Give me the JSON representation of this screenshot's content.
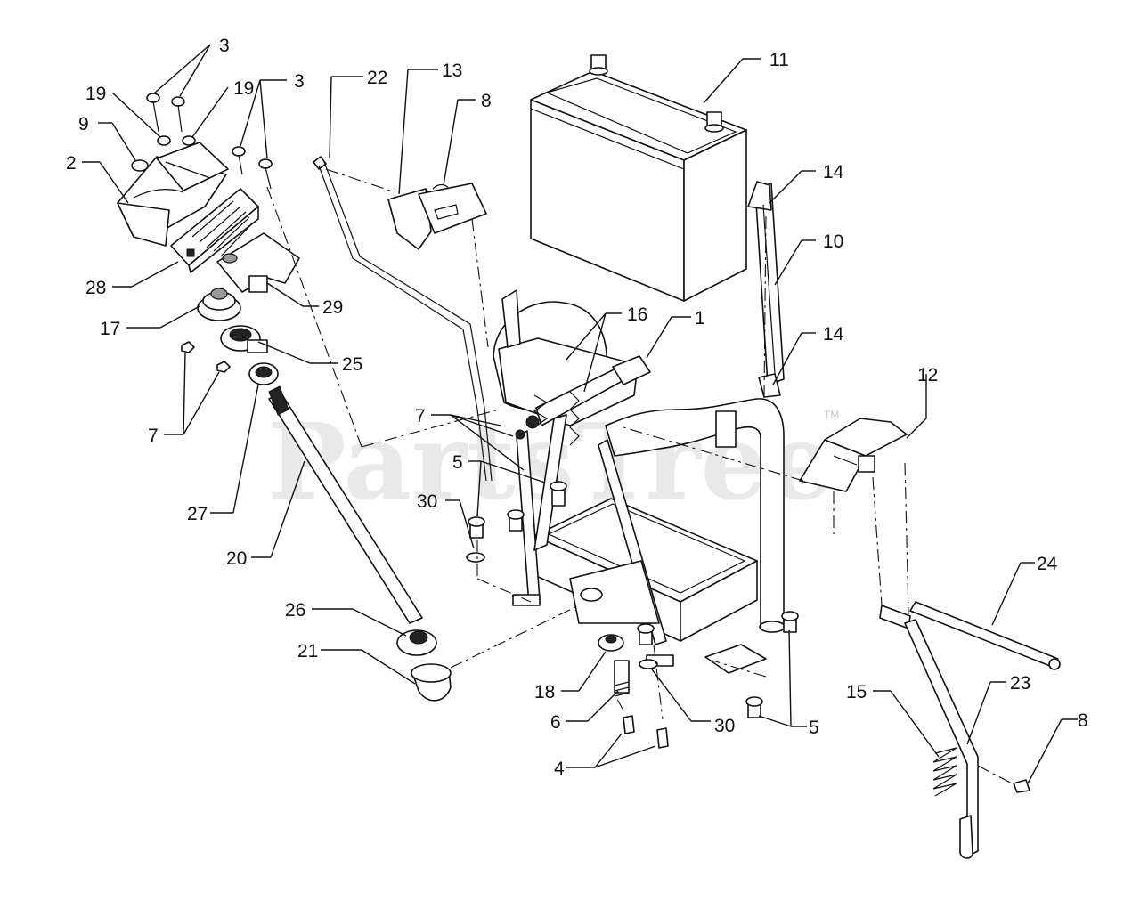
{
  "watermark": {
    "text": "PartsTree",
    "tm": "TM"
  },
  "callouts": {
    "c1": "1",
    "c2": "2",
    "c3a": "3",
    "c3b": "3",
    "c4": "4",
    "c5a": "5",
    "c5b": "5",
    "c6": "6",
    "c7a": "7",
    "c7b": "7",
    "c8a": "8",
    "c8b": "8",
    "c9": "9",
    "c10": "10",
    "c11": "11",
    "c12": "12",
    "c13": "13",
    "c14a": "14",
    "c14b": "14",
    "c15": "15",
    "c16": "16",
    "c17": "17",
    "c18": "18",
    "c19a": "19",
    "c19b": "19",
    "c20": "20",
    "c21": "21",
    "c22": "22",
    "c23": "23",
    "c24": "24",
    "c25": "25",
    "c26": "26",
    "c27": "27",
    "c28": "28",
    "c29": "29",
    "c30a": "30",
    "c30b": "30"
  }
}
